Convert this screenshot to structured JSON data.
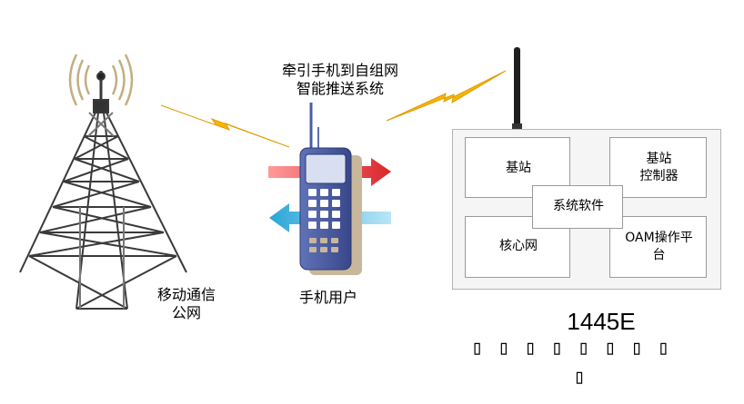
{
  "tower": {
    "label_line1": "移动通信",
    "label_line2": "公网"
  },
  "phone": {
    "label": "手机用户"
  },
  "system": {
    "title_line1": "牵引手机到自组网",
    "title_line2": "智能推送系统"
  },
  "device": {
    "box_basestation": "基站",
    "box_controller_line1": "基站",
    "box_controller_line2": "控制器",
    "box_software": "系统软件",
    "box_core": "核心网",
    "box_oam_line1": "OAM操作平",
    "box_oam_line2": "台"
  },
  "model": {
    "name": "1445E",
    "glyphs_row1": "▯▯▯▯▯▯▯▯",
    "glyphs_row2": "▯"
  },
  "colors": {
    "lightning": "#f7b500",
    "arrow_out": "#d9262b",
    "arrow_in": "#2aa6d8",
    "phone_body": "#4a5ea6",
    "phone_keys": "#ffffff"
  }
}
